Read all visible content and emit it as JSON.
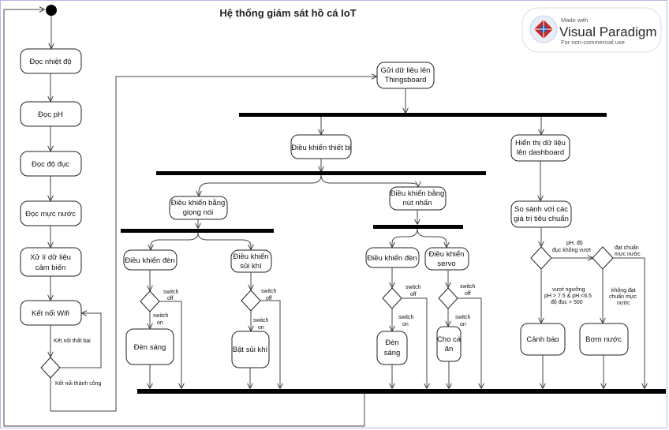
{
  "title": "Hệ thống giám sát hồ cá IoT",
  "watermark": {
    "line1": "Made with",
    "line2": "Visual Paradigm",
    "line3": "For non-commercial use"
  },
  "actions": {
    "doc_nhiet_do": "Đọc nhiệt độ",
    "doc_ph": "Đọc pH",
    "doc_do_duc": "Đọc độ đục",
    "doc_muc_nuoc": "Đọc mực nước",
    "xu_li_1": "Xử lí dữ liệu",
    "xu_li_2": "cảm biến",
    "ket_noi_wifi": "Kết nối Wifi",
    "gui_1": "Gửi dữ liệu lên",
    "gui_2": "Thingsboard",
    "dieu_khien_thiet_bi": "Điều khiển thiết bị",
    "hien_thi_1": "Hiển thị dữ liệu",
    "hien_thi_2": "lên dashboard",
    "giong_noi_1": "Điều khiển bằng",
    "giong_noi_2": "giọng nói",
    "nut_nhan_1": "Điều khiển bằng",
    "nut_nhan_2": "nút nhấn",
    "so_sanh_1": "So sánh với các",
    "so_sanh_2": "giá trị tiêu chuẩn",
    "dk_den_a": "Điều khiển đèn",
    "dk_sui_khi_1": "Điều khiển",
    "dk_sui_khi_2": "sủi khí",
    "dk_den_b": "Điều khiển đèn",
    "dk_servo_1": "Điều khiển",
    "dk_servo_2": "servo",
    "den_sang_a": "Đèn sáng",
    "bat_sui_khi": "Bật sủi khí",
    "den_sang_b_1": "Đèn",
    "den_sang_b_2": "sáng",
    "cho_ca_an_1": "Cho cá",
    "cho_ca_an_2": "ăn",
    "canh_bao": "Cảnh báo",
    "bom_nuoc": "Bơm nước"
  },
  "guards": {
    "ket_noi_that_bai": "Kết nối thất bại",
    "ket_noi_thanh_cong": "Kết nối thành công",
    "switch": "switch",
    "off": "off",
    "on": "on",
    "ph_do_1": "pH, độ",
    "ph_do_2": "đục không vượt",
    "vuot_nguong_1": "vượt ngưỡng",
    "vuot_nguong_2": "pH > 7.5 & pH <6.5",
    "vuot_nguong_3": "độ đục > 500",
    "dat_chuan_1": "đạt chuẩn",
    "dat_chuan_2": "mực nước",
    "khong_dat_1": "không đạt",
    "khong_dat_2": "chuẩn mực",
    "khong_dat_3": "nước"
  }
}
